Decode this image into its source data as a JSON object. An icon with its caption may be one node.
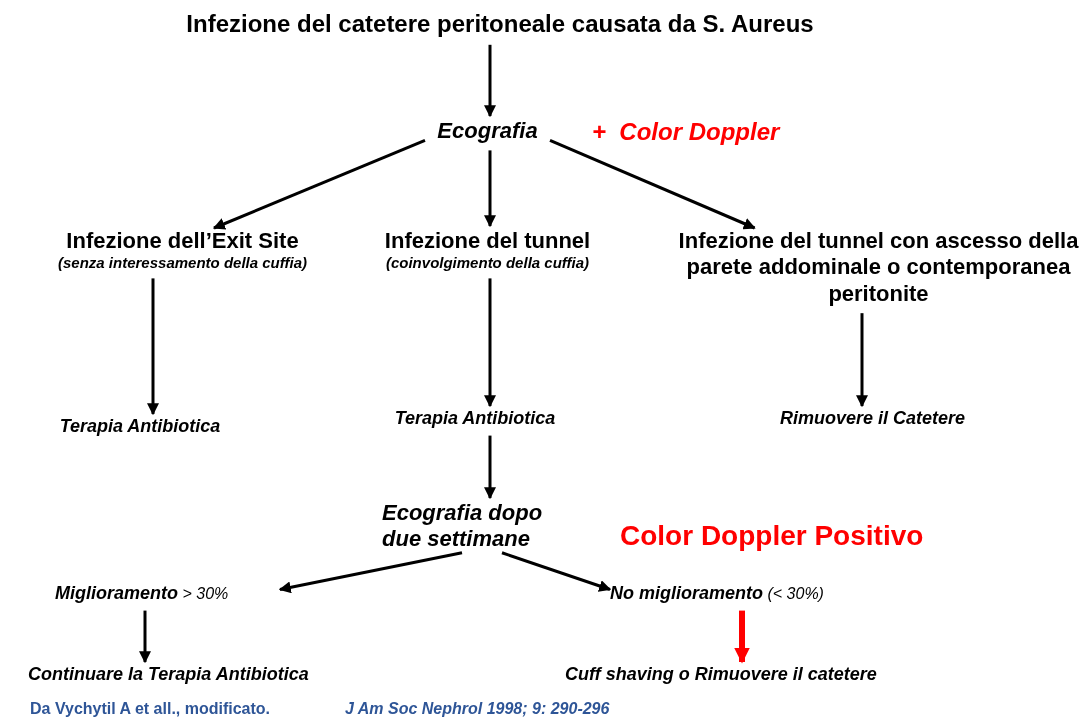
{
  "diagram": {
    "nodes": [
      {
        "text": [
          "Infezione del catetere peritoneale causata da S. Aureus"
        ]
      },
      {
        "text": [
          "Ecografia"
        ],
        "beside": [
          "+  Color Doppler"
        ]
      },
      {
        "text": [
          "Infezione dell’Exit Site",
          "(senza interessamento della cuffia)"
        ]
      },
      {
        "text": [
          "Infezione del tunnel",
          "(coinvolgimento della cuffia)"
        ]
      },
      {
        "text": [
          "Infezione del tunnel con ascesso della parete addominale o contemporanea peritonite"
        ]
      },
      {
        "text": [
          "Terapia Antibiotica"
        ]
      },
      {
        "text": [
          "Terapia Antibiotica"
        ]
      },
      {
        "text": [
          "Rimuovere il Catetere"
        ]
      },
      {
        "text": [
          "Ecografia dopo due settimane"
        ]
      },
      {
        "text": [
          "**Miglioramento** > 30%"
        ]
      },
      {
        "text": [
          "**No miglioramento** (< 30%)"
        ]
      },
      {
        "text": [
          "Continuare la Terapia Antibiotica"
        ]
      },
      {
        "text": [
          "Cuff shaving o Rimuovere il catetere"
        ]
      }
    ],
    "edges": [
      {
        "from": 0,
        "to": 1,
        "arrow": "to"
      },
      {
        "from": 1,
        "to": 2,
        "arrow": "to"
      },
      {
        "from": 1,
        "to": 3,
        "arrow": "to"
      },
      {
        "from": 1,
        "to": 4,
        "arrow": "to"
      },
      {
        "from": 2,
        "to": 5,
        "arrow": "to"
      },
      {
        "from": 3,
        "to": 6,
        "arrow": "to"
      },
      {
        "from": 4,
        "to": 7,
        "arrow": "to"
      },
      {
        "from": 6,
        "to": 8,
        "arrow": "to"
      },
      {
        "from": 8,
        "to": 9,
        "arrow": "to"
      },
      {
        "from": 8,
        "to": 10,
        "arrow": "to"
      },
      {
        "from": 9,
        "to": 11,
        "arrow": "to"
      },
      {
        "from": 10,
        "to": 12,
        "arrow": "to",
        "style": "thick",
        "color": "#ff0000"
      }
    ],
    "labels": [
      "Color Doppler Positivo",
      "Da Vychytil A et all., modificato.",
      "J Am Soc Nephrol 1998; 9: 290-296"
    ]
  }
}
